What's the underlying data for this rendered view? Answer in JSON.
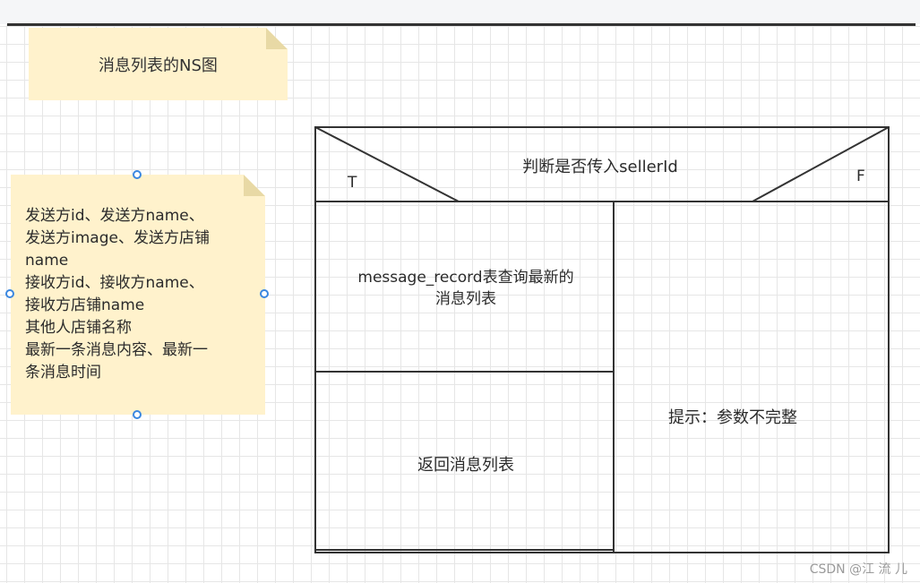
{
  "note_title": {
    "text": "消息列表的NS图"
  },
  "note_fields": {
    "lines": [
      "发送方id、发送方name、",
      "发送方image、发送方店铺",
      "name",
      "接收方id、接收方name、",
      "接收方店铺name",
      "其他人店铺名称",
      "最新一条消息内容、最新一",
      "条消息时间"
    ]
  },
  "ns_diagram": {
    "condition": "判断是否传入sellerId",
    "true_label": "T",
    "false_label": "F",
    "true_branch": {
      "step1_lines": [
        "message_record表查询最新的",
        "消息列表"
      ],
      "step2": "返回消息列表"
    },
    "false_branch": {
      "step1": "提示：参数不完整"
    }
  },
  "colors": {
    "note_fill": "#fff2cc",
    "line": "#333333",
    "handle": "#3a87e0",
    "grid": "#e6e6e6"
  },
  "watermark": "CSDN @江 流 儿"
}
